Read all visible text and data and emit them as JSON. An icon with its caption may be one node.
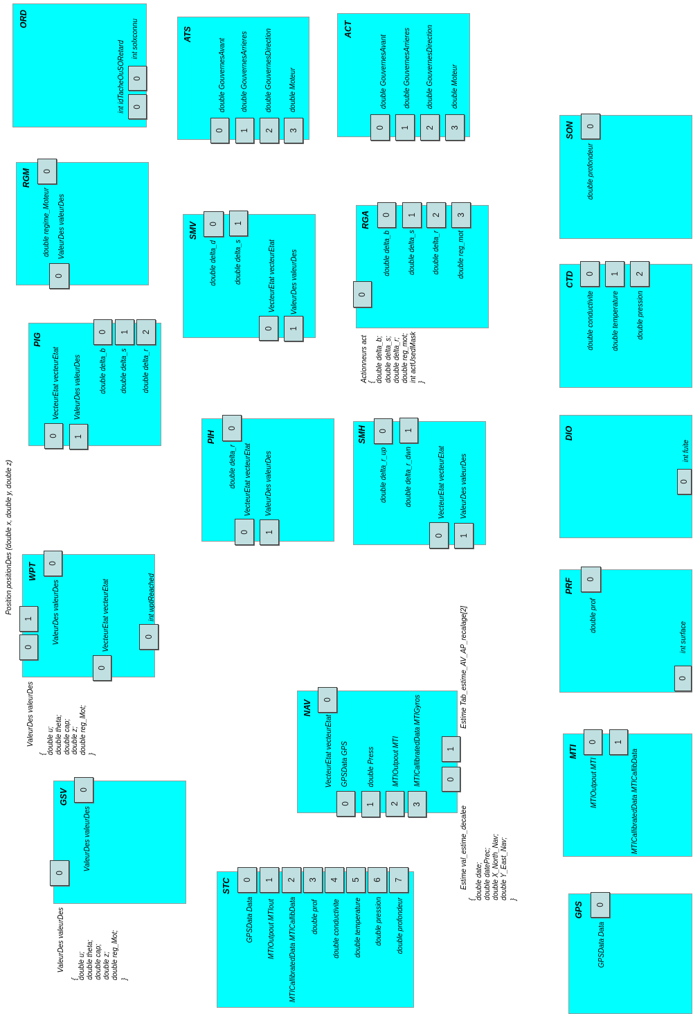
{
  "diagram": {
    "nodes": [
      {
        "text": [
          "ORD",
          "int idTacheOuSORetard",
          "int solxconnu"
        ]
      },
      {
        "text": [
          "0"
        ],
        "in": 0
      },
      {
        "text": [
          "0"
        ],
        "in": 0
      },
      {
        "text": [
          "ATS",
          "double GouvernesAvant",
          "double GouvernesArrieres",
          "double GouvernesDirection",
          "double Moteur"
        ]
      },
      {
        "text": [
          "0"
        ]
      },
      {
        "text": [
          "1"
        ]
      },
      {
        "text": [
          "2"
        ]
      },
      {
        "text": [
          "3"
        ]
      },
      {
        "text": [
          "ACT",
          "double GouvernesAvant",
          "double GouvernesArrieres",
          "double GouvernesDirection",
          "double Moteur"
        ]
      },
      {
        "text": [
          "0"
        ]
      },
      {
        "text": [
          "1"
        ]
      },
      {
        "text": [
          "2"
        ]
      },
      {
        "text": [
          "3"
        ]
      },
      {
        "text": [
          "RGM",
          "double regime_Moteur",
          "ValeurDes valeurDes"
        ]
      },
      {
        "text": [
          "0"
        ]
      },
      {
        "text": [
          "0"
        ]
      },
      {
        "text": [
          "SMV",
          "double delta_d",
          "double delta_s",
          "VecteurEtat vecteurEtat",
          "ValeurDes valeurDes"
        ]
      },
      {
        "text": [
          "0"
        ]
      },
      {
        "text": [
          "1"
        ]
      },
      {
        "text": [
          "0"
        ]
      },
      {
        "text": [
          "1"
        ]
      },
      {
        "text": [
          "RGA",
          "double delta_b",
          "double delta_s",
          "double delta_r",
          "double reg_mot"
        ]
      },
      {
        "text": [
          "0"
        ]
      },
      {
        "text": [
          "1"
        ]
      },
      {
        "text": [
          "2"
        ]
      },
      {
        "text": [
          "3"
        ]
      },
      {
        "text": [
          "0"
        ]
      },
      {
        "text": [
          "SON",
          "double profondeur"
        ]
      },
      {
        "text": [
          "0"
        ],
        "in": 27
      },
      {
        "text": [
          "CTD",
          "double conductivite",
          "double temperature",
          "double pression"
        ]
      },
      {
        "text": [
          "0"
        ]
      },
      {
        "text": [
          "1"
        ]
      },
      {
        "text": [
          "2"
        ]
      },
      {
        "text": [
          "PIG",
          "VecteurEtat vecteurEtat",
          "ValeurDes valeurDes",
          "double delta_b",
          "double delta_s",
          "double delta_r"
        ]
      },
      {
        "text": [
          "0"
        ]
      },
      {
        "text": [
          "1"
        ]
      },
      {
        "text": [
          "2"
        ]
      },
      {
        "text": [
          "0"
        ]
      },
      {
        "text": [
          "1"
        ]
      },
      {
        "text": [
          "PIH",
          "double delta_r",
          "VecteurEtat vecteurEtat",
          "ValeurDes valeurDes"
        ]
      },
      {
        "text": [
          "0"
        ]
      },
      {
        "text": [
          "0"
        ]
      },
      {
        "text": [
          "1"
        ]
      },
      {
        "text": [
          "SMH",
          "double delta_r_up",
          "double delta_r_dwn",
          "VecteurEtat vecteurEtat",
          "ValeurDes valeurDes"
        ]
      },
      {
        "text": [
          "0"
        ]
      },
      {
        "text": [
          "1"
        ]
      },
      {
        "text": [
          "0"
        ]
      },
      {
        "text": [
          "1"
        ]
      },
      {
        "text": [
          "DIO",
          "int fuite"
        ]
      },
      {
        "text": [
          "0"
        ],
        "in": 48
      },
      {
        "text": [
          "WPT",
          "ValeurDes valeurDes",
          "VecteurEtat vecteurEtat",
          "int wptReached"
        ]
      },
      {
        "text": [
          "0"
        ]
      },
      {
        "text": [
          "1"
        ]
      },
      {
        "text": [
          "0"
        ]
      },
      {
        "text": [
          "0"
        ]
      },
      {
        "text": [
          "0"
        ]
      },
      {
        "text": [
          "PRF",
          "double prof",
          "int surface"
        ]
      },
      {
        "text": [
          "0"
        ]
      },
      {
        "text": [
          "0"
        ],
        "in": 56
      },
      {
        "text": [
          "NAV",
          "VecteurEtat vecteurEtat",
          "GPSData GPS",
          "double Press",
          "MTIOutpout MTI",
          "MTICallibratedData MTIGyros"
        ]
      },
      {
        "text": [
          "0"
        ]
      },
      {
        "text": [
          "0"
        ]
      },
      {
        "text": [
          "1"
        ]
      },
      {
        "text": [
          "2"
        ]
      },
      {
        "text": [
          "3"
        ]
      },
      {
        "text": [
          "1"
        ]
      },
      {
        "text": [
          "0"
        ]
      },
      {
        "text": [
          "MTI",
          "MTIOutpout MTI",
          "MTICallibratedData MTICallibData"
        ]
      },
      {
        "text": [
          "0"
        ]
      },
      {
        "text": [
          "1"
        ]
      },
      {
        "text": [
          "GSV",
          "ValeurDes valeurDes"
        ]
      },
      {
        "text": [
          "0"
        ]
      },
      {
        "text": [
          "0"
        ]
      },
      {
        "text": [
          "STC",
          "GPSData Data",
          "MTIOutpout MTIout",
          "MTICallibratedData MTICallibData",
          "double prof",
          "double conductivite",
          "double temperature",
          "double pression",
          "double profondeur"
        ]
      },
      {
        "text": [
          "0"
        ]
      },
      {
        "text": [
          "1"
        ]
      },
      {
        "text": [
          "2"
        ]
      },
      {
        "text": [
          "3"
        ]
      },
      {
        "text": [
          "4"
        ]
      },
      {
        "text": [
          "5"
        ]
      },
      {
        "text": [
          "6"
        ]
      },
      {
        "text": [
          "7"
        ]
      },
      {
        "text": [
          "GPS",
          "GPSData Data"
        ]
      },
      {
        "text": [
          "0"
        ],
        "in": 82
      }
    ],
    "labels": [
      "Position positionDes (double x, double y, double z)",
      "ValeurDes valeurDes",
      "{",
      "double u;",
      "double theta;",
      "double cap;",
      "double z;",
      "double reg_Mot;",
      "}",
      "Actionneurs act",
      "{",
      "double delta_b;",
      "double delta_s;",
      "double delta_r;",
      "double reg_mot;",
      "int actUsedMask",
      "}",
      "Estime Tab_estime_AV_AP_recalage[2]",
      "Estime val_estime_decalee",
      "{",
      "double date;",
      "double datePrec;",
      "double X_North_Nav;",
      "double Y_East_Nav;",
      "}",
      "ValeurDes valeurDes",
      "{",
      "double u;",
      "double theta;",
      "double cap;",
      "double z;",
      "double reg_Mot;",
      "}"
    ]
  }
}
